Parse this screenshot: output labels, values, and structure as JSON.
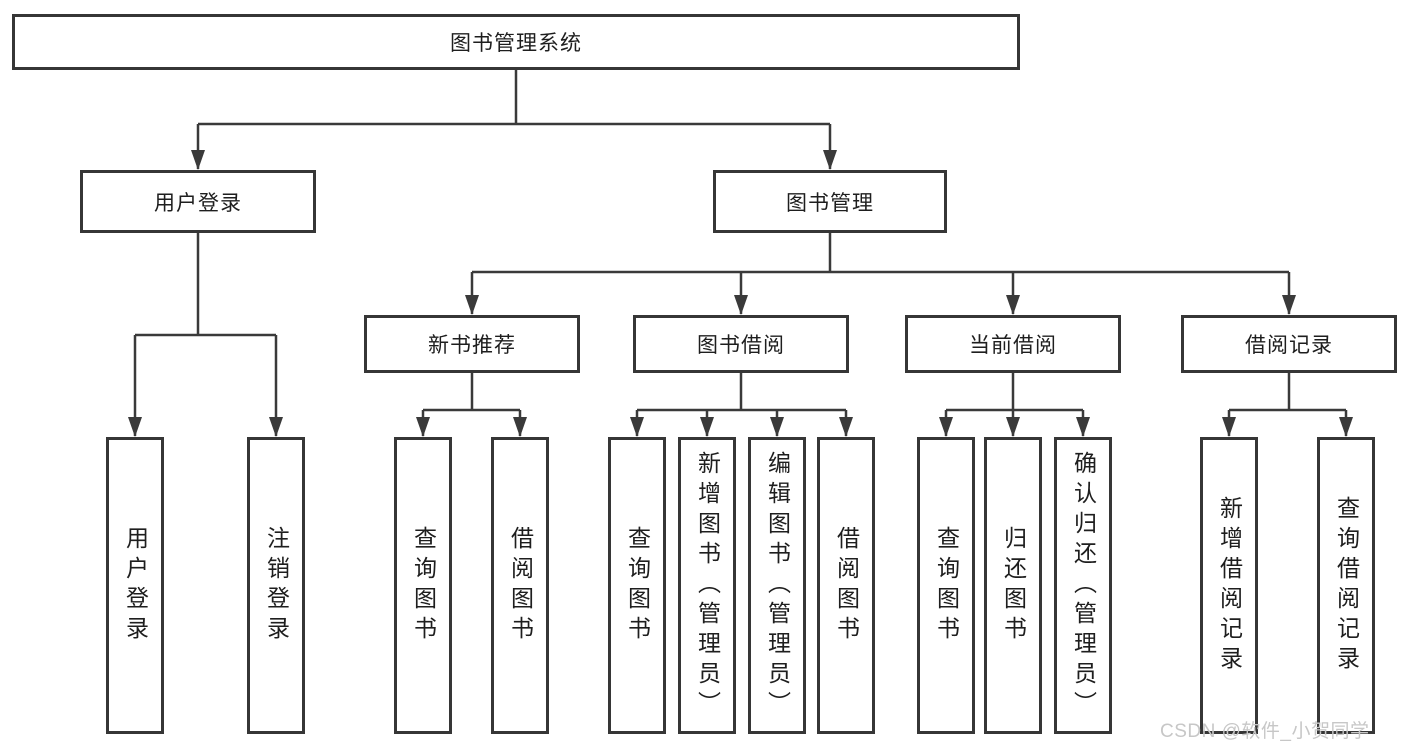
{
  "nodes": {
    "root": "图书管理系统",
    "user_login": "用户登录",
    "book_management": "图书管理",
    "new_book_recommend": "新书推荐",
    "book_borrow": "图书借阅",
    "current_borrow": "当前借阅",
    "borrow_record": "借阅记录"
  },
  "leaves": [
    {
      "label": "用户登录",
      "parent": "用户登录"
    },
    {
      "label": "注销登录",
      "parent": "用户登录"
    },
    {
      "label": "查询图书",
      "parent": "新书推荐"
    },
    {
      "label": "借阅图书",
      "parent": "新书推荐"
    },
    {
      "label": "查询图书",
      "parent": "图书借阅"
    },
    {
      "label": "新增图书（管理员）",
      "parent": "图书借阅"
    },
    {
      "label": "编辑图书（管理员）",
      "parent": "图书借阅"
    },
    {
      "label": "借阅图书",
      "parent": "图书借阅"
    },
    {
      "label": "查询图书",
      "parent": "当前借阅"
    },
    {
      "label": "归还图书",
      "parent": "当前借阅"
    },
    {
      "label": "确认归还（管理员）",
      "parent": "当前借阅"
    },
    {
      "label": "新增借阅记录",
      "parent": "借阅记录"
    },
    {
      "label": "查询借阅记录",
      "parent": "借阅记录"
    }
  ],
  "watermark": {
    "text": "CSDN @软件_小贺同学"
  },
  "colors": {
    "line": "#3a3a3a",
    "border": "#363636",
    "text": "#1e1e1e",
    "watermark": "#c7c7c7",
    "background": "#ffffff"
  }
}
